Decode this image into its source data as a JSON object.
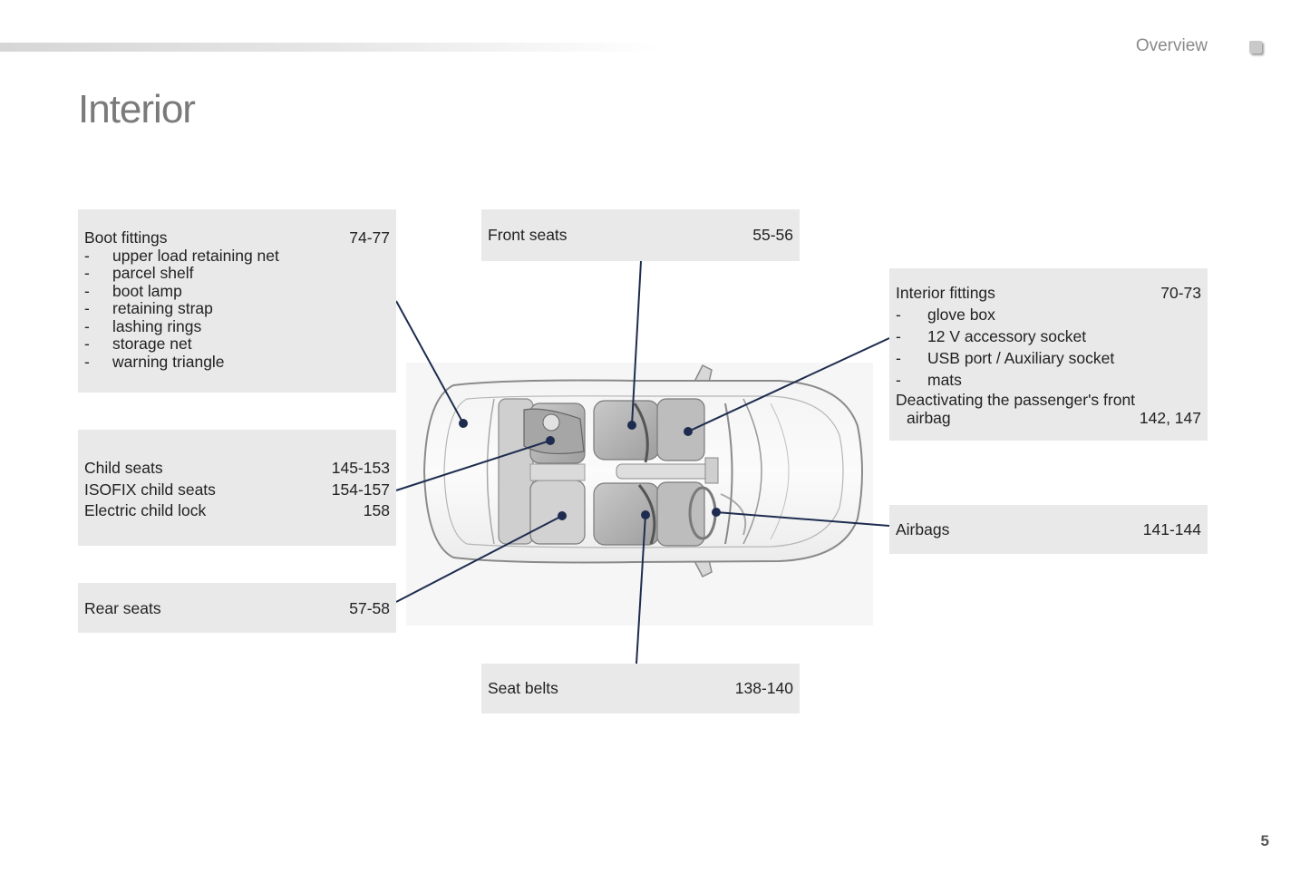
{
  "header": {
    "section": "Overview",
    "page_number": "5"
  },
  "title": "Interior",
  "boot": {
    "label": "Boot fittings",
    "pages": "74-77",
    "items": [
      "upper load retaining net",
      "parcel shelf",
      "boot lamp",
      "retaining strap",
      "lashing rings",
      "storage net",
      "warning triangle"
    ]
  },
  "child": {
    "rows": [
      {
        "label": "Child seats",
        "pages": "145-153"
      },
      {
        "label": "ISOFIX child seats",
        "pages": "154-157"
      },
      {
        "label": "Electric child lock",
        "pages": "158"
      }
    ]
  },
  "rear": {
    "label": "Rear seats",
    "pages": "57-58"
  },
  "front": {
    "label": "Front seats",
    "pages": "55-56"
  },
  "belts": {
    "label": "Seat belts",
    "pages": "138-140"
  },
  "interior": {
    "label": "Interior fittings",
    "pages": "70-73",
    "items": [
      "glove box",
      "12 V accessory socket",
      "USB port / Auxiliary socket",
      "mats"
    ],
    "airbag_line1": "Deactivating the passenger's front",
    "airbag_line2": "airbag",
    "airbag_pages": "142, 147"
  },
  "airbags": {
    "label": "Airbags",
    "pages": "141-144"
  },
  "list_dash": "-",
  "colors": {
    "panel": "#e9e9e9",
    "leader": "#1e2d4f",
    "title": "#7a7a7a"
  }
}
